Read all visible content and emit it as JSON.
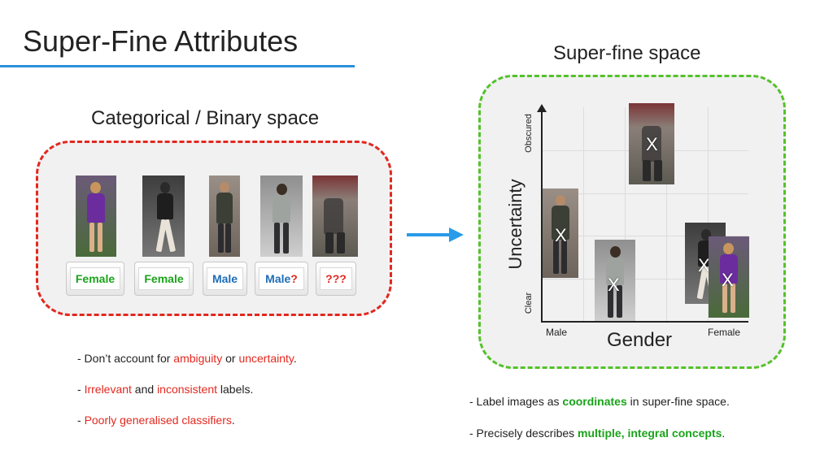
{
  "title": "Super-Fine Attributes",
  "categorical": {
    "heading": "Categorical / Binary space",
    "labels": [
      {
        "text": "Female",
        "suffix": "",
        "color": "#1aa31a"
      },
      {
        "text": "Female",
        "suffix": "",
        "color": "#1aa31a"
      },
      {
        "text": "Male",
        "suffix": "",
        "color": "#1d6db8"
      },
      {
        "text": "Male",
        "suffix": "?",
        "color": "#1d6db8"
      },
      {
        "text": "???",
        "suffix": "",
        "color": "#e2281f"
      }
    ],
    "bullets": [
      {
        "parts": [
          "- Don’t account for ",
          "ambiguity",
          " or ",
          "uncertainty",
          "."
        ]
      },
      {
        "parts": [
          "- ",
          "Irrelevant",
          " and ",
          "inconsistent",
          " labels."
        ]
      },
      {
        "parts": [
          "- ",
          "Poorly generalised classifiers",
          "."
        ]
      }
    ]
  },
  "superfine": {
    "heading": "Super-fine space",
    "y_axis_label": "Uncertainty",
    "y_top_tick": "Obscured",
    "y_bottom_tick": "Clear",
    "x_axis_label": "Gender",
    "x_left_tick": "Male",
    "x_right_tick": "Female",
    "marker": "X",
    "bullets": [
      {
        "parts": [
          "- Label images as ",
          "coordinates",
          " in super-fine space."
        ]
      },
      {
        "parts": [
          "- Precisely describes ",
          "multiple, integral concepts",
          "."
        ]
      }
    ]
  },
  "colors": {
    "title_rule": "#2a8fd8",
    "categorical_border": "#e2281f",
    "superfine_border": "#54c22a",
    "arrow": "#2a9be8",
    "female": "#1aa31a",
    "male": "#1d6db8",
    "unknown": "#e2281f"
  }
}
